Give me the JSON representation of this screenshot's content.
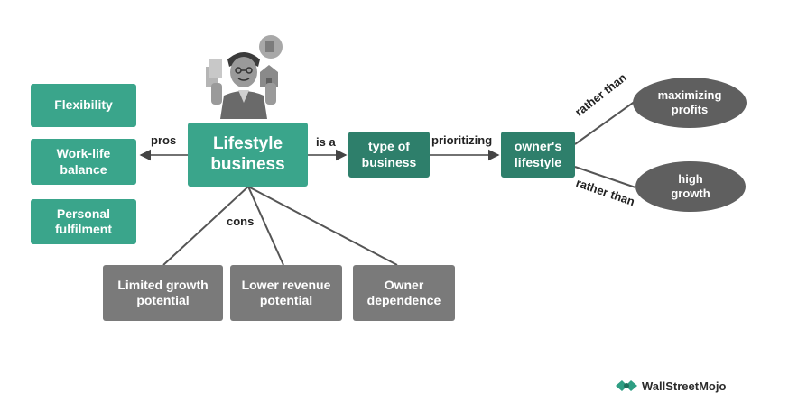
{
  "diagram": {
    "central": "Lifestyle business",
    "pros": [
      "Flexibility",
      "Work-life balance",
      "Personal fulfilment"
    ],
    "cons": [
      "Limited growth potential",
      "Lower revenue potential",
      "Owner dependence"
    ],
    "type_box": "type of business",
    "owner_box": "owner's lifestyle",
    "outcomes": [
      "maximizing profits",
      "high growth"
    ],
    "edge_labels": {
      "pros": "pros",
      "cons": "cons",
      "is_a": "is a",
      "prioritizing": "prioritizing",
      "rather_than_1": "rather than",
      "rather_than_2": "rather than"
    }
  },
  "brand": {
    "name": "WallStreetMojo"
  },
  "colors": {
    "green": "#3aa58b",
    "dark_green": "#2e7f6b",
    "gray_box": "#7a7a7a",
    "oval": "#5f5f5f"
  },
  "icons": [
    "person-with-documents-icon",
    "wallstreetmojo-logo-icon"
  ]
}
